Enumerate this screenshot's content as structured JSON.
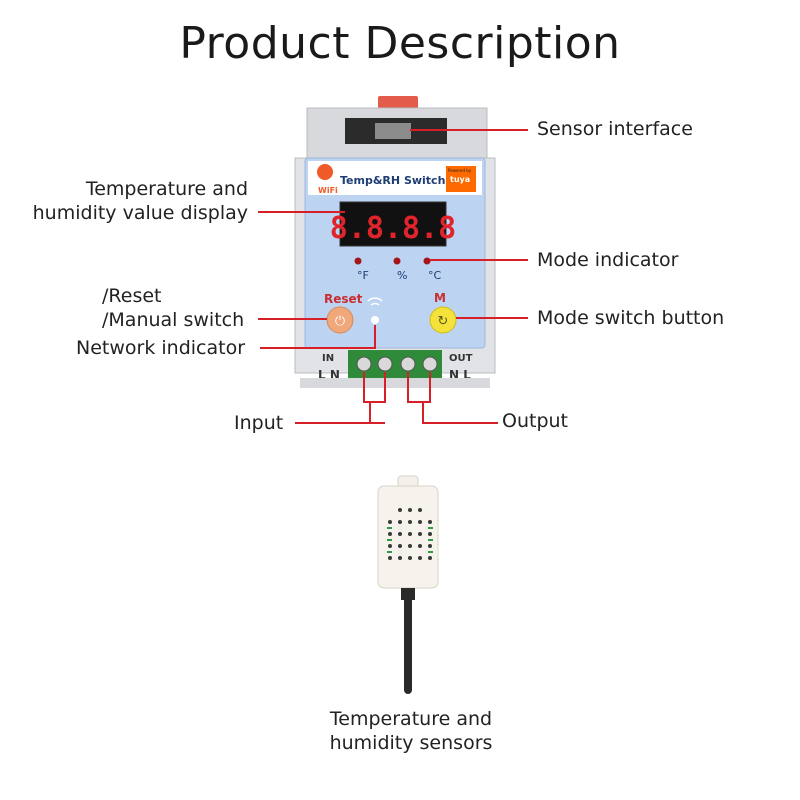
{
  "title": "Product Description",
  "device": {
    "brand_badge": "WiFi",
    "name": "Temp&RH Switch",
    "powered_by": "Powered by",
    "tuya": "tuya",
    "display_digits": "8.8.8.8",
    "unit_f": "°F",
    "unit_pct": "%",
    "unit_c": "°C",
    "reset_label": "Reset",
    "mode_label": "M",
    "in_label": "IN",
    "out_label": "OUT",
    "in_terminals": "L N",
    "out_terminals": "N L"
  },
  "callouts": {
    "sensor_interface": "Sensor interface",
    "display_line1": "Temperature and",
    "display_line2": "humidity value display",
    "mode_indicator": "Mode indicator",
    "reset_line1": "/Reset",
    "reset_line2": "/Manual switch",
    "mode_switch": "Mode switch button",
    "network_indicator": "Network indicator",
    "input": "Input",
    "output": "Output",
    "sensor_line1": "Temperature and",
    "sensor_line2": "humidity sensors"
  },
  "colors": {
    "leader_line": "#d61f26",
    "panel_blue": "#bcd3f2",
    "reset_button": "#f0a77a",
    "mode_button": "#f4e23a",
    "terminal_green": "#2f8a3a"
  }
}
